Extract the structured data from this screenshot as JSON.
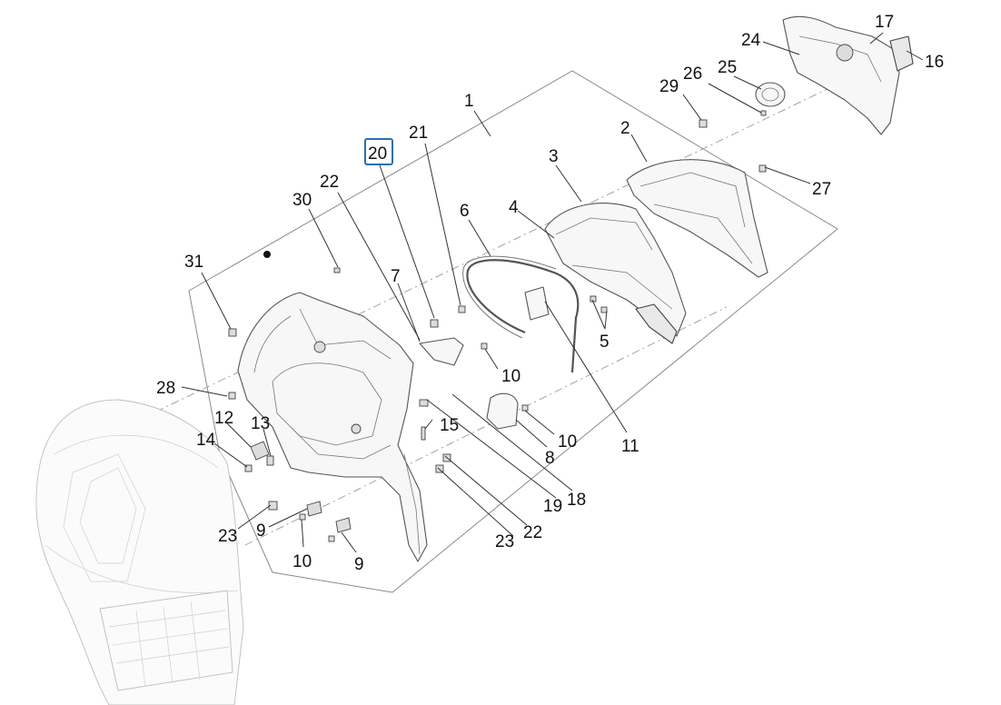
{
  "diagram": {
    "highlighted_label": "20",
    "accent_color": "#2b6fae",
    "callouts": [
      {
        "id": "c1",
        "text": "1"
      },
      {
        "id": "c2",
        "text": "2"
      },
      {
        "id": "c3",
        "text": "3"
      },
      {
        "id": "c4",
        "text": "4"
      },
      {
        "id": "c5",
        "text": "5"
      },
      {
        "id": "c6",
        "text": "6"
      },
      {
        "id": "c7",
        "text": "7"
      },
      {
        "id": "c8",
        "text": "8"
      },
      {
        "id": "c9a",
        "text": "9"
      },
      {
        "id": "c9b",
        "text": "9"
      },
      {
        "id": "c10a",
        "text": "10"
      },
      {
        "id": "c10b",
        "text": "10"
      },
      {
        "id": "c10c",
        "text": "10"
      },
      {
        "id": "c11",
        "text": "11"
      },
      {
        "id": "c12",
        "text": "12"
      },
      {
        "id": "c13",
        "text": "13"
      },
      {
        "id": "c14",
        "text": "14"
      },
      {
        "id": "c15",
        "text": "15"
      },
      {
        "id": "c16",
        "text": "16"
      },
      {
        "id": "c17",
        "text": "17"
      },
      {
        "id": "c18",
        "text": "18"
      },
      {
        "id": "c19",
        "text": "19"
      },
      {
        "id": "c20",
        "text": "20"
      },
      {
        "id": "c21",
        "text": "21"
      },
      {
        "id": "c22a",
        "text": "22"
      },
      {
        "id": "c22b",
        "text": "22"
      },
      {
        "id": "c23a",
        "text": "23"
      },
      {
        "id": "c23b",
        "text": "23"
      },
      {
        "id": "c24",
        "text": "24"
      },
      {
        "id": "c25",
        "text": "25"
      },
      {
        "id": "c26",
        "text": "26"
      },
      {
        "id": "c27",
        "text": "27"
      },
      {
        "id": "c28",
        "text": "28"
      },
      {
        "id": "c29",
        "text": "29"
      },
      {
        "id": "c30",
        "text": "30"
      },
      {
        "id": "c31",
        "text": "31"
      }
    ]
  }
}
